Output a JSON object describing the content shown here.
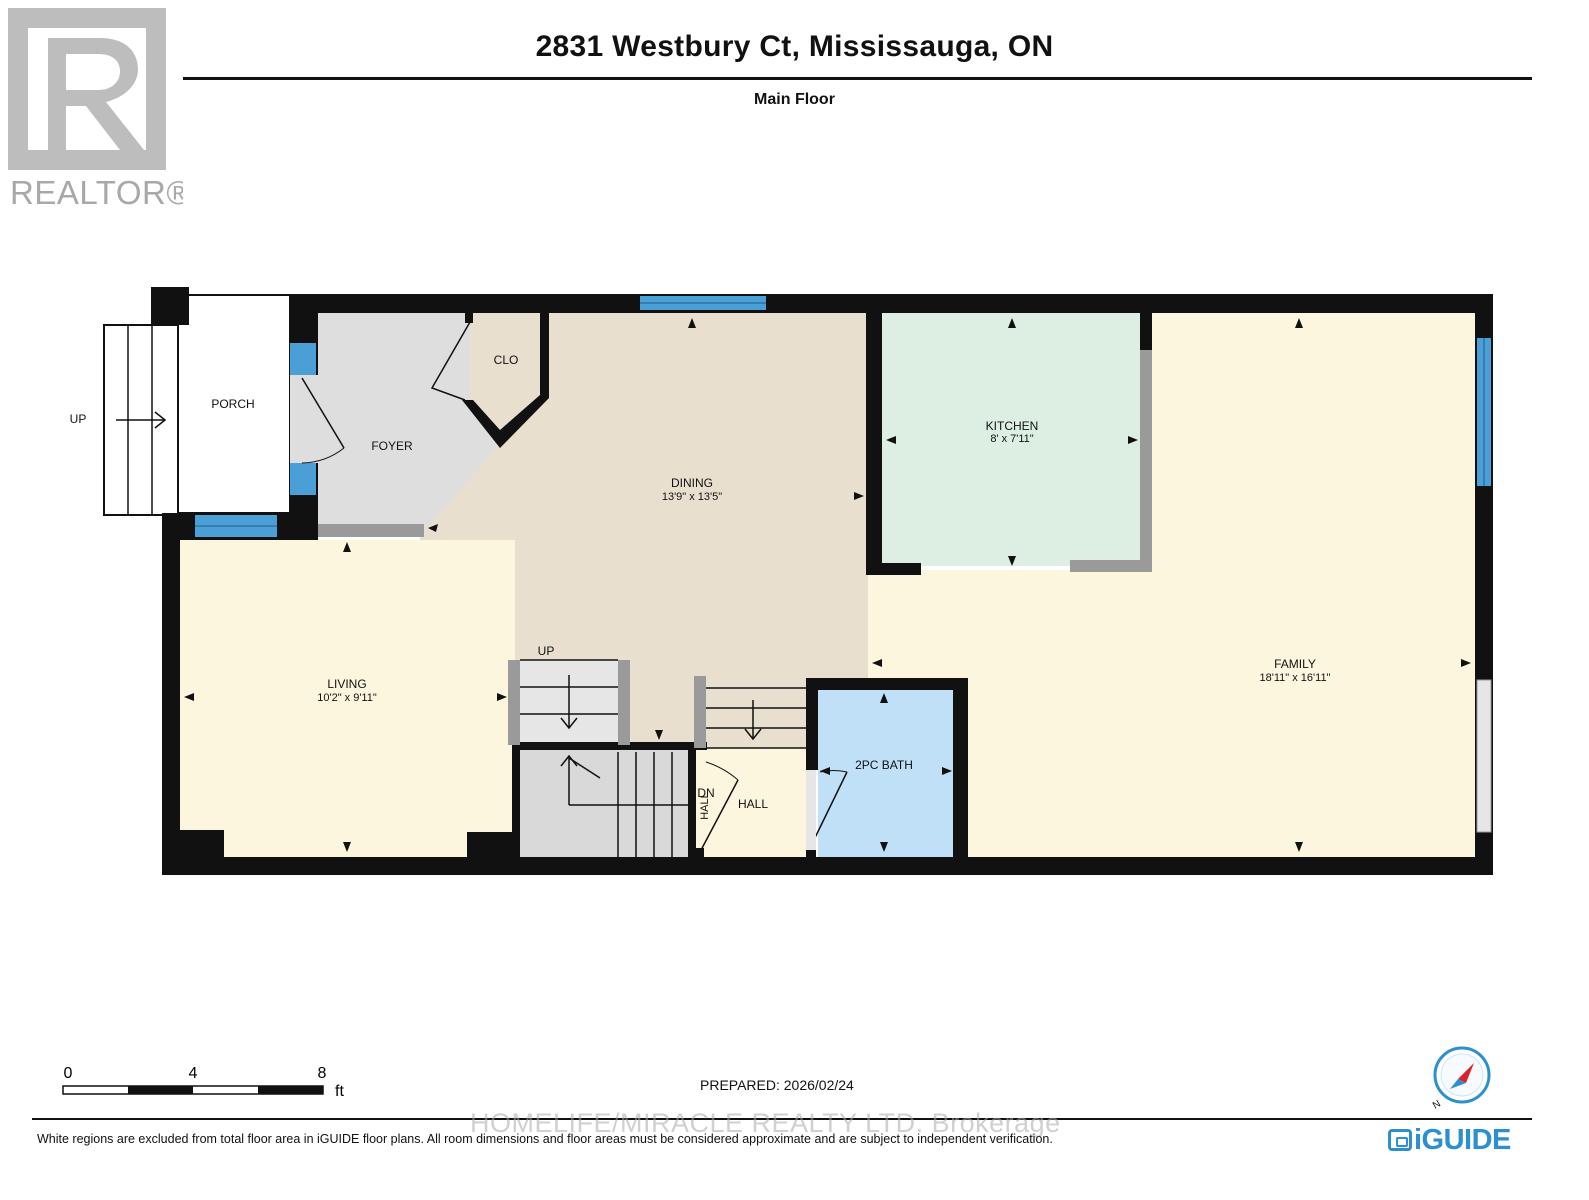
{
  "header": {
    "title": "2831 Westbury Ct, Mississauga, ON",
    "subtitle": "Main Floor"
  },
  "logo": {
    "brand": "REALTOR®",
    "icon": "realtor-r-icon"
  },
  "rooms": {
    "porch": {
      "label": "PORCH"
    },
    "foyer": {
      "label": "FOYER"
    },
    "closet": {
      "label": "CLO"
    },
    "dining": {
      "label": "DINING",
      "dims": "13'9\" x 13'5\""
    },
    "kitchen": {
      "label": "KITCHEN",
      "dims": "8' x 7'11\""
    },
    "family": {
      "label": "FAMILY",
      "dims": "18'11\" x 16'11\""
    },
    "living": {
      "label": "LIVING",
      "dims": "10'2\" x 9'11\""
    },
    "bath": {
      "label": "2PC BATH"
    },
    "hall": {
      "label": "HALL"
    }
  },
  "stairs": {
    "porch_up": "UP",
    "inner_up": "UP",
    "down": "DN",
    "hall_vertical": "HALL"
  },
  "scale": {
    "ticks": [
      "0",
      "4",
      "8"
    ],
    "unit": "ft"
  },
  "footer": {
    "prepared": "PREPARED: 2026/02/24",
    "disclaimer": "White regions are excluded from total floor area in iGUIDE floor plans. All room dimensions and floor areas must be considered approximate and are subject to independent verification.",
    "watermark": "HOMELIFE/MIRACLE REALTY LTD. Brokerage",
    "brand": "iGUIDE",
    "compass_label": "N"
  },
  "colors": {
    "wall": "#111111",
    "window": "#4a9fd6",
    "dining": "#e8dfcf",
    "kitchen": "#dcefe2",
    "family": "#fdf6df",
    "bath": "#bfe0f7",
    "foyer": "#dedede",
    "stairs": "#d9d9d9",
    "grey_wall": "#9a9a9a",
    "brand": "#2b8fd0"
  }
}
